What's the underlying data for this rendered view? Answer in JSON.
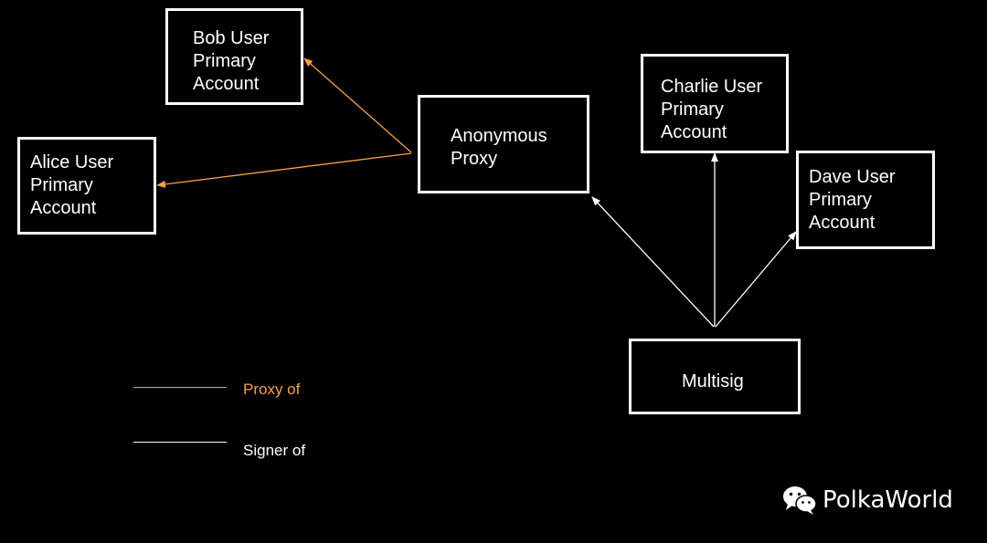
{
  "nodes": {
    "bob": "Bob User\nPrimary\nAccount",
    "alice": "Alice User\nPrimary\nAccount",
    "proxy": "Anonymous\nProxy",
    "charlie": "Charlie User\nPrimary\nAccount",
    "dave": "Dave User\nPrimary\nAccount",
    "multisig": "Multisig"
  },
  "legend": {
    "proxy_of": "Proxy of",
    "signer_of": "Signer of"
  },
  "watermark": {
    "text": "PolkaWorld",
    "icon": "wechat-icon"
  },
  "colors": {
    "background": "#000000",
    "box": "#ffffff",
    "proxy_of": "#f4a043",
    "signer_of": "#ffffff"
  }
}
